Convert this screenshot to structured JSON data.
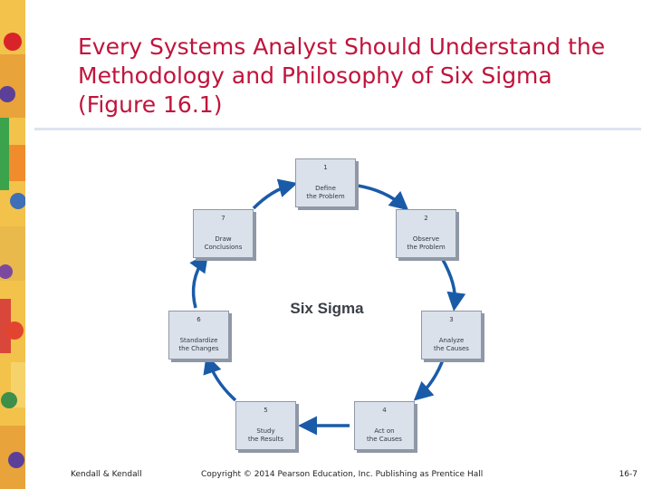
{
  "slide": {
    "title": "Every Systems Analyst Should Understand the Methodology and Philosophy of Six Sigma (Figure 16.1)"
  },
  "diagram": {
    "center_label": "Six Sigma",
    "steps": [
      {
        "number": "1",
        "label": "Define\nthe Problem"
      },
      {
        "number": "2",
        "label": "Observe\nthe Problem"
      },
      {
        "number": "3",
        "label": "Analyze\nthe Causes"
      },
      {
        "number": "4",
        "label": "Act on\nthe Causes"
      },
      {
        "number": "5",
        "label": "Study\nthe Results"
      },
      {
        "number": "6",
        "label": "Standardize\nthe Changes"
      },
      {
        "number": "7",
        "label": "Draw\nConclusions"
      }
    ],
    "colors": {
      "box_fill": "#dbe1eb",
      "arrow": "#1a5ba8",
      "title": "#c0143c"
    }
  },
  "footer": {
    "left": "Kendall & Kendall",
    "center": "Copyright © 2014 Pearson Education, Inc. Publishing as Prentice Hall",
    "right": "16-7"
  }
}
